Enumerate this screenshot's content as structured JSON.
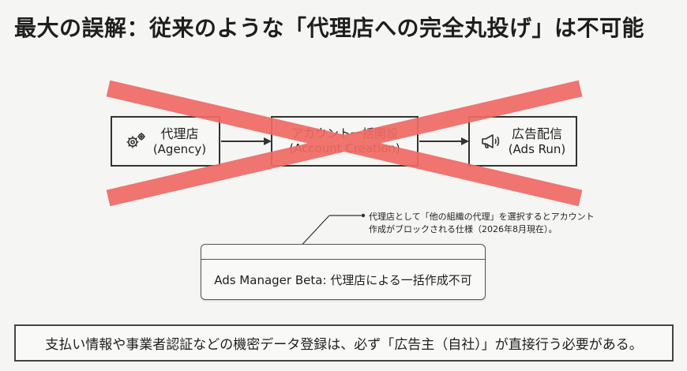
{
  "title": "最大の誤解：従来のような「代理店への完全丸投げ」は不可能",
  "flow": {
    "agency": {
      "label": "代理店",
      "sub": "(Agency)",
      "icon": "gears-icon"
    },
    "account": {
      "label": "アカウント一括開設",
      "sub": "(Account Creation)"
    },
    "ads": {
      "label": "広告配信",
      "sub": "(Ads Run)",
      "icon": "megaphone-icon"
    }
  },
  "callout": {
    "line1": "代理店として「他の組織の代理」を選択するとアカウント",
    "line2": "作成がブロックされる仕様（2026年8月現在）。"
  },
  "beta_card": {
    "text": "Ads Manager Beta: 代理店による一括作成不可"
  },
  "banner": {
    "text": "支払い情報や事業者認証などの機密データ登録は、必ず「広告主（自社）」が直接行う必要がある。"
  },
  "colors": {
    "cross": "#f06a64",
    "border": "#333333",
    "background": "#f5f5f3"
  }
}
